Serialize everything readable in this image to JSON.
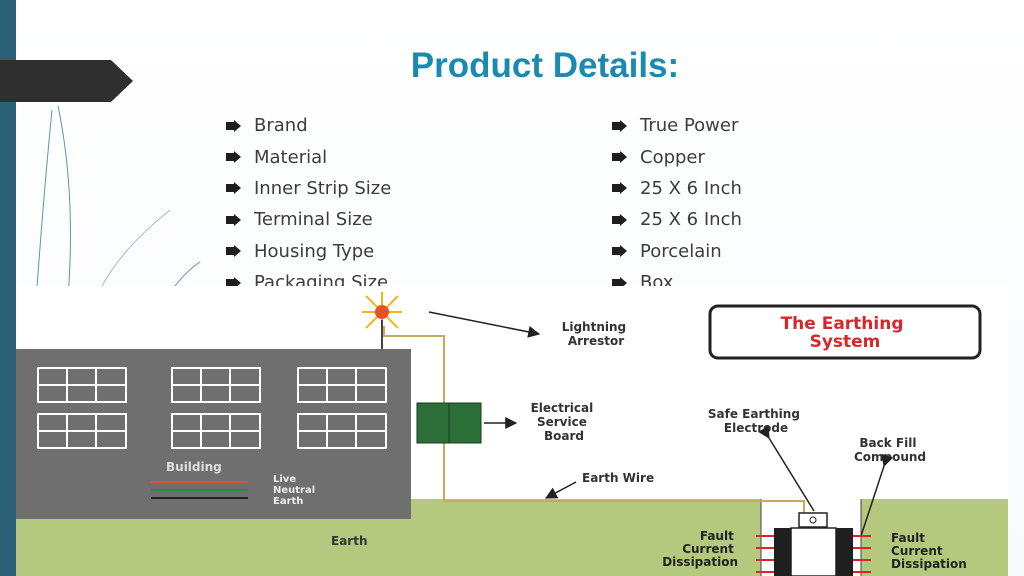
{
  "title": "Product Details:",
  "details": {
    "labels": [
      "Brand",
      "Material",
      "Inner Strip Size",
      "Terminal Size",
      "Housing Type",
      "Packaging Size"
    ],
    "values": [
      "True Power",
      "Copper",
      "25 X 6 Inch",
      "25 X 6 Inch",
      "Porcelain",
      "Box"
    ]
  },
  "diagram": {
    "heading_line1": "The Earthing",
    "heading_line2": "System",
    "lightning_arrestor_line1": "Lightning",
    "lightning_arrestor_line2": "Arrestor",
    "service_board_line1": "Electrical",
    "service_board_line2": "Service",
    "service_board_line3": "Board",
    "electrode_line1": "Safe Earthing",
    "electrode_line2": "Electrode",
    "backfill_line1": "Back Fill",
    "backfill_line2": "Compound",
    "earth_wire": "Earth Wire",
    "building": "Building",
    "legend_live": "Live",
    "legend_neutral": "Neutral",
    "legend_earth": "Earth",
    "earth_ground": "Earth",
    "fault_left_line1": "Fault",
    "fault_left_line2": "Current",
    "fault_left_line3": "Dissipation",
    "fault_right_line1": "Fault",
    "fault_right_line2": "Current",
    "fault_right_line3": "Dissipation"
  },
  "colors": {
    "title": "#1c8ab0",
    "sidebar": "#2c5f78",
    "building": "#6f6f70",
    "ground": "#b5c97e",
    "board": "#2b6e37",
    "heading_red": "#d8262b",
    "live_wire": "#d2583a",
    "neutral_wire": "#2f8a3c"
  }
}
